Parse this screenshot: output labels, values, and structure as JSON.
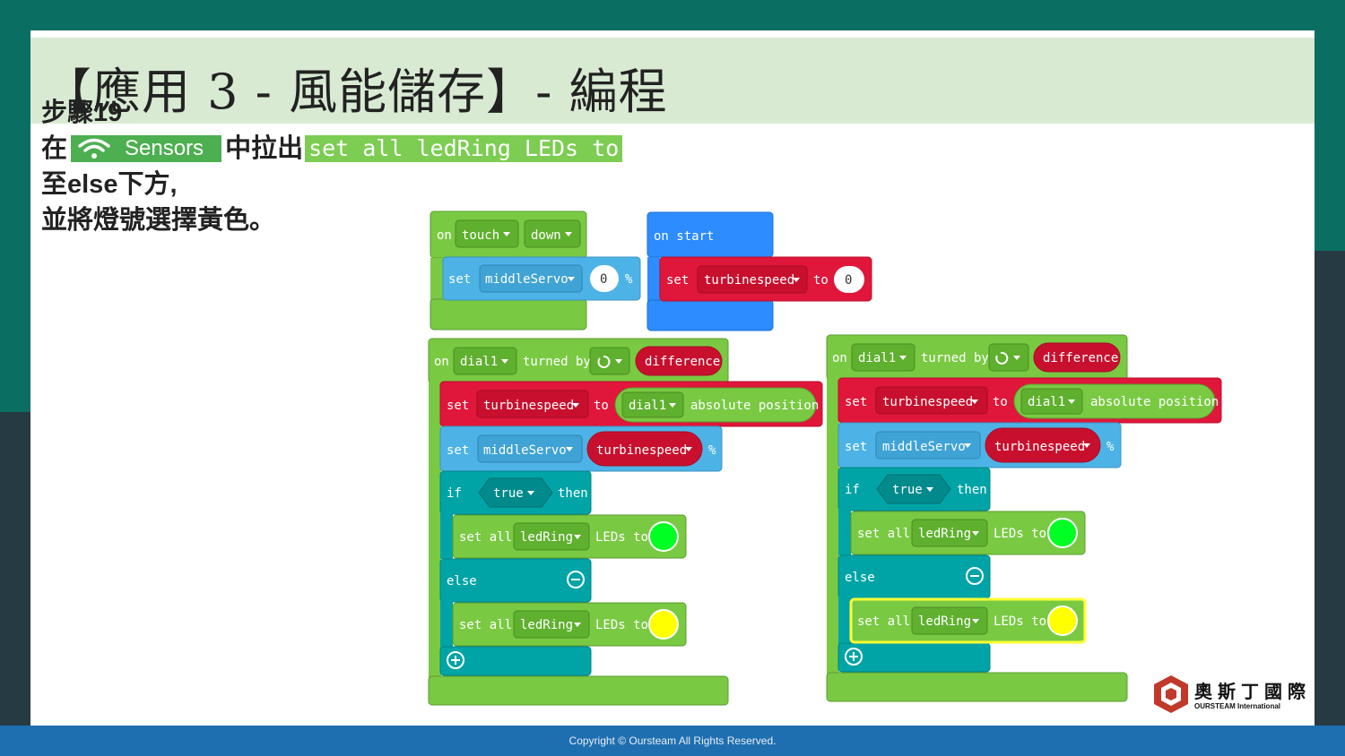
{
  "slide": {
    "title": "【應用 3 - 風能儲存】- 編程",
    "footer": "Copyright © Oursteam All Rights Reserved."
  },
  "instruction": {
    "step": "步驟19",
    "line2_prefix": "在",
    "sensors_label": "Sensors",
    "line2_mid": "中拉出",
    "code_label": "set all ledRing LEDs to",
    "line3": "至else下方,",
    "line4": "並將燈號選擇黃色。"
  },
  "blocks": {
    "on": "on",
    "set": "set",
    "to": "to",
    "touch": "touch",
    "down": "down",
    "middleServo": "middleServo",
    "zero": "0",
    "percent": "%",
    "on_start": "on start",
    "turbinespeed": "turbinespeed",
    "dial1": "dial1",
    "turned_by": "turned by",
    "difference": "difference",
    "absolute_position": "absolute position",
    "if": "if",
    "true": "true",
    "then": "then",
    "else": "else",
    "set_all": "set all",
    "ledRing": "ledRing",
    "leds_to": "LEDs to"
  },
  "colors": {
    "green_block": "#7ac943",
    "blue_block": "#2d8cff",
    "light_blue_block": "#4db3e6",
    "red_block": "#e0163a",
    "teal_block": "#00a4a6",
    "led_green": "#00ff22",
    "led_yellow": "#ffff00",
    "highlight": "#ffff33"
  },
  "logo": {
    "zh": "奧斯丁國際",
    "en": "OURSTEAM International"
  }
}
